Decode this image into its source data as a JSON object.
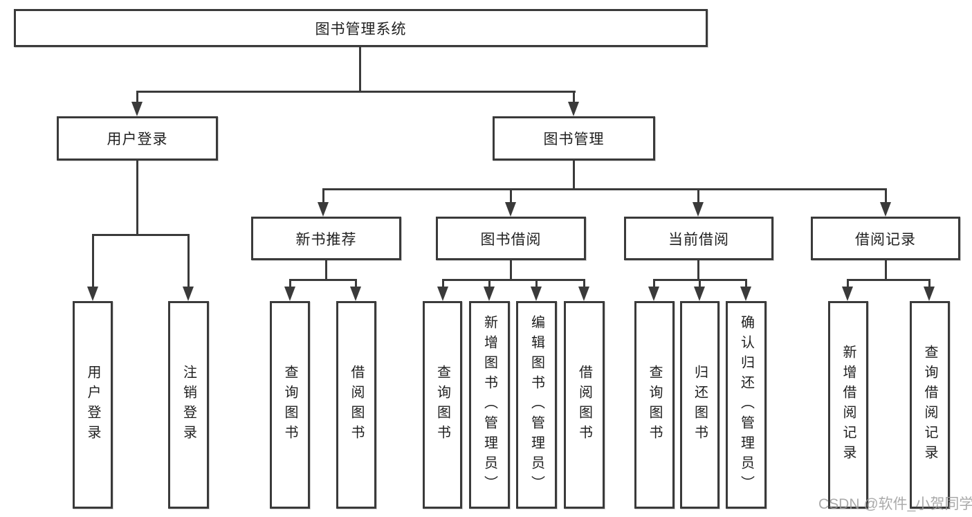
{
  "diagram": {
    "root": "图书管理系统",
    "level2": [
      "用户登录",
      "图书管理"
    ],
    "level3": [
      "新书推荐",
      "图书借阅",
      "当前借阅",
      "借阅记录"
    ],
    "leaves_user": [
      "用户登录",
      "注销登录"
    ],
    "leaves_newbook": [
      "查询图书",
      "借阅图书"
    ],
    "leaves_borrow": [
      "查询图书",
      "新增图书（管理员）",
      "编辑图书（管理员）",
      "借阅图书"
    ],
    "leaves_current": [
      "查询图书",
      "归还图书",
      "确认归还（管理员）"
    ],
    "leaves_records": [
      "新增借阅记录",
      "查询借阅记录"
    ]
  },
  "watermark": "CSDN @软件_小贺同学",
  "colors": {
    "line": "#3a3a3a",
    "background": "#ffffff",
    "watermark": "#9b9b9b"
  }
}
